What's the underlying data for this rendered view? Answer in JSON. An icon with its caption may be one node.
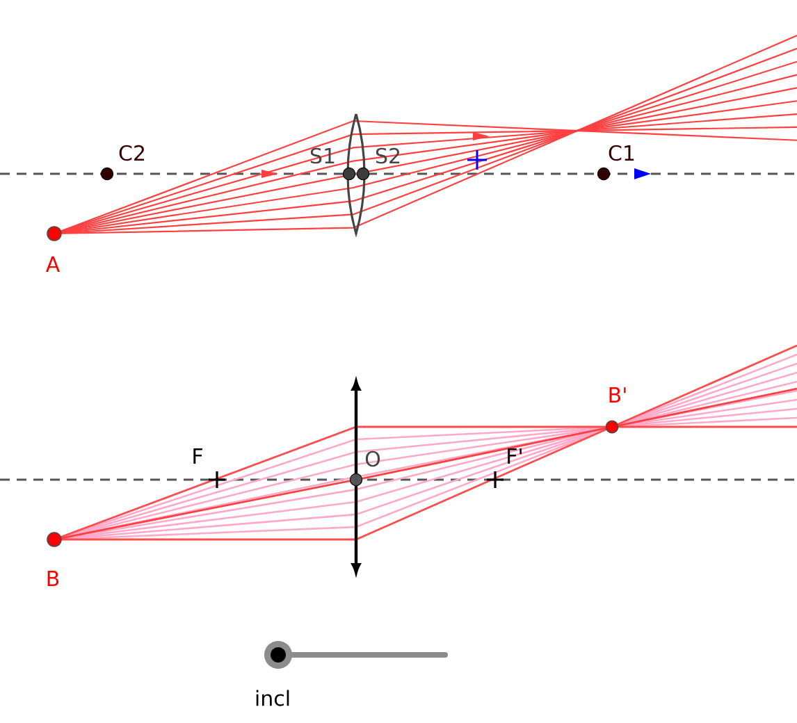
{
  "diagram": {
    "labels": [
      "C2",
      "S1",
      "S2",
      "C1",
      "A",
      "F",
      "O",
      "F'",
      "B'",
      "B",
      "incl"
    ]
  }
}
